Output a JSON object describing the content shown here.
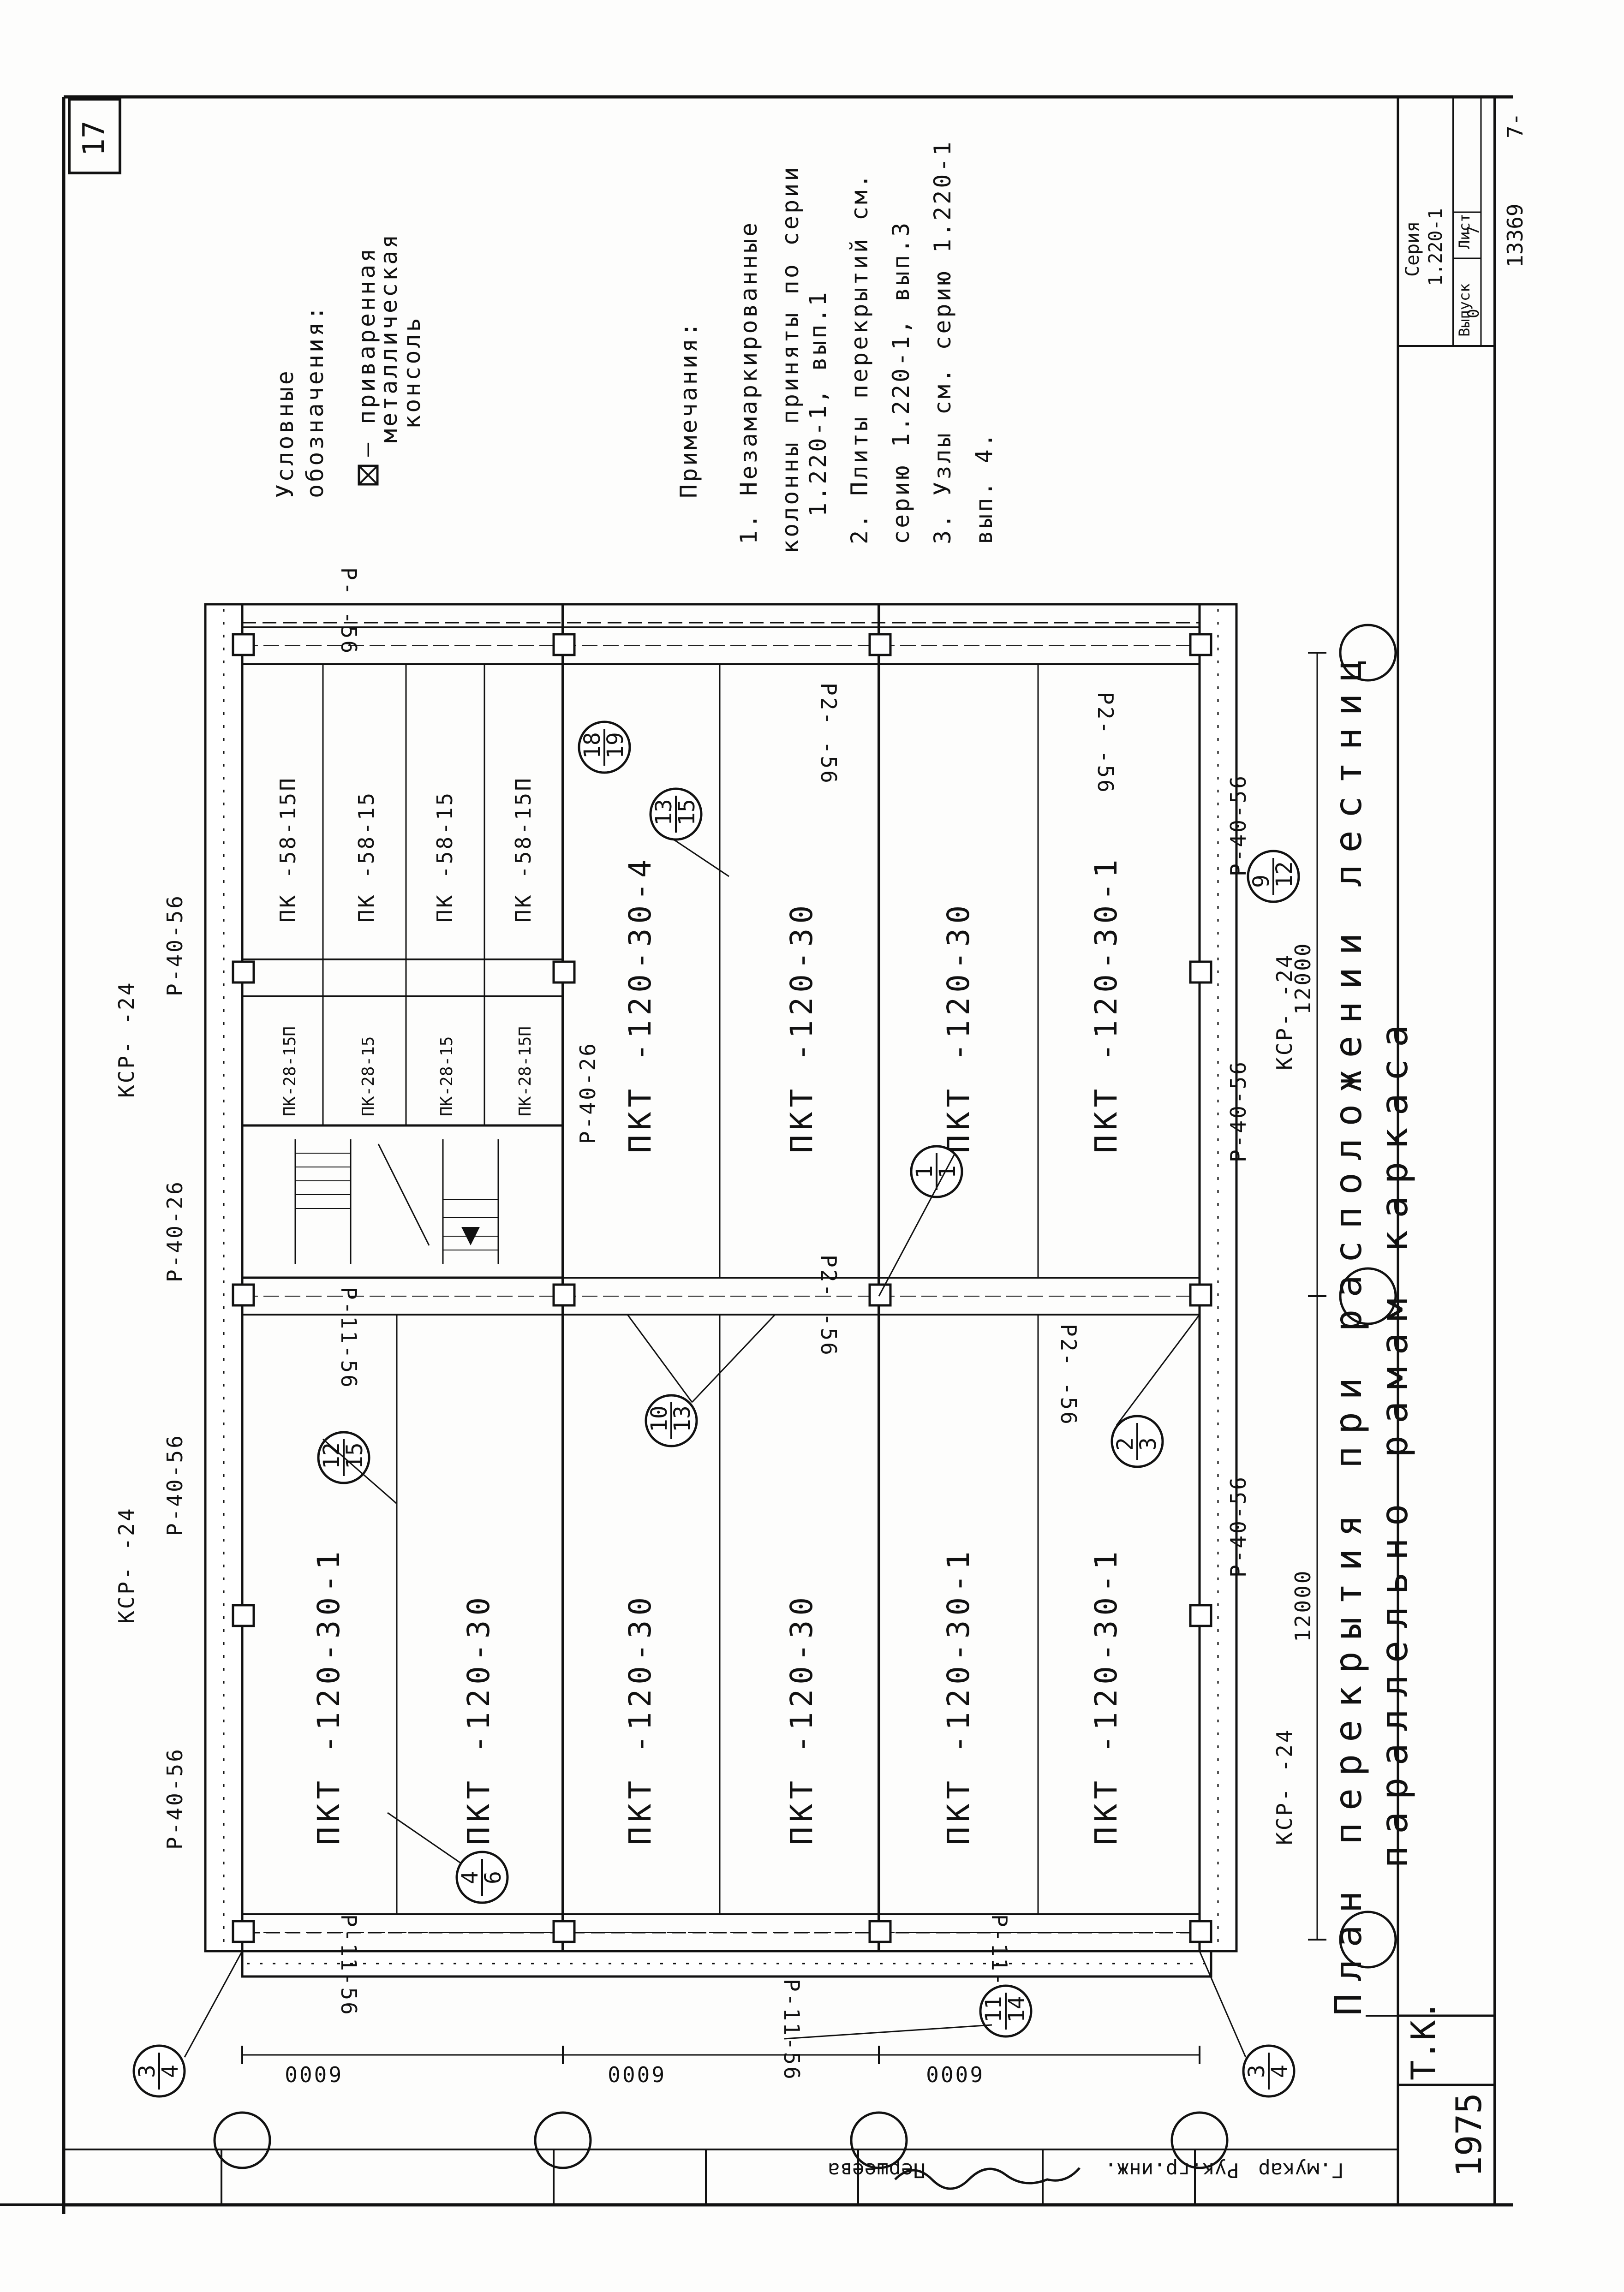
{
  "sheet": {
    "page_number": "17",
    "doc_number": "13369",
    "doc_suffix": "7-"
  },
  "title": {
    "line1": "План перекрытия при расположении лестниц",
    "line2": "параллельно рамам каркаса"
  },
  "stamp": {
    "org": "Т.К.",
    "year": "1975",
    "series_label": "Серия",
    "series_value": "1.220-1",
    "issue_label": "Выпуск",
    "issue_value": "0",
    "sheet_label": "Лист",
    "sheet_value": "7",
    "names": [
      "Першеева",
      "Рук.гр.инж.",
      "Г.мукар"
    ]
  },
  "legend": {
    "title_line1": "Условные",
    "title_line2": "обозначения:",
    "symbol_desc_line1": "– приваренная",
    "symbol_desc_line2": "металлическая",
    "symbol_desc_line3": "консоль"
  },
  "notes": {
    "title": "Примечания:",
    "items": [
      "1. Незамаркированные",
      "колонны приняты по серии",
      "1.220-1, вып.1",
      "2. Плиты перекрытий см.",
      "серию 1.220-1, вып.3",
      "3. Узлы см. серию 1.220-1",
      "вып. 4."
    ]
  },
  "dimensions": {
    "span_12000_a": "12000",
    "span_12000_b": "12000",
    "bay_6000_a": "6000",
    "bay_6000_b": "6000",
    "bay_6000_c": "6000"
  },
  "slabs": {
    "left_row": [
      "ПКТ -120-30-1",
      "ПКТ -120-30",
      "ПКТ -120-30",
      "ПКТ -120-30",
      "ПКТ -120-30-1"
    ],
    "right_row": [
      "ПКТ -120-30-4",
      "ПКТ -120-30",
      "ПКТ -120-30",
      "ПКТ -120-30-1"
    ],
    "stair_slabs_58": [
      "ПК -58-15П",
      "ПК -58-15",
      "ПК -58-15",
      "ПК -58-15П"
    ],
    "stair_slabs_28": [
      "ПК-28-15П",
      "ПК-28-15",
      "ПК-28-15",
      "ПК-28-15П"
    ]
  },
  "edge_labels": {
    "r40_56": "Р-40-56",
    "r40_26": "Р-40-26",
    "ksr_24": "КСР- -24",
    "r11_56": "Р-11-56",
    "r2_56": "Р2- -56",
    "r_56": "Р- -56"
  },
  "node_refs": [
    {
      "top": "3",
      "bottom": "4"
    },
    {
      "top": "3",
      "bottom": "4"
    },
    {
      "top": "4",
      "bottom": "6"
    },
    {
      "top": "12",
      "bottom": "15"
    },
    {
      "top": "10",
      "bottom": "13"
    },
    {
      "top": "2",
      "bottom": "3"
    },
    {
      "top": "1",
      "bottom": "1"
    },
    {
      "top": "13",
      "bottom": "15"
    },
    {
      "top": "18",
      "bottom": "19"
    },
    {
      "top": "9",
      "bottom": "12"
    },
    {
      "top": "11",
      "bottom": "14"
    }
  ]
}
